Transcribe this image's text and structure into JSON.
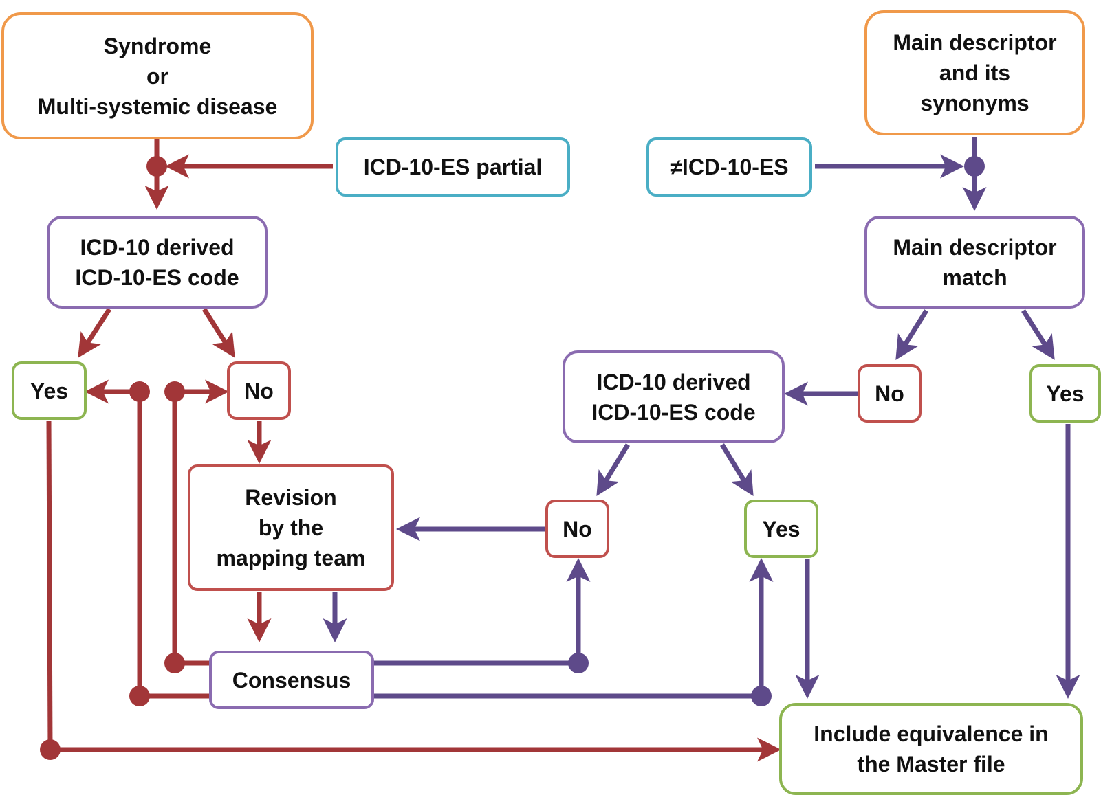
{
  "colors": {
    "red_path": "#a23638",
    "purple_path": "#5e4a8a",
    "orange_border": "#f0994a",
    "blue_border": "#4aaec5",
    "purple_border": "#8a6bb0",
    "red_border": "#c0504d",
    "green_border": "#8db551"
  },
  "nodes": {
    "syndrome": "Syndrome\nor\nMulti-systemic disease",
    "main_descriptor": "Main descriptor\nand its\nsynonyms",
    "icd_partial": "ICD-10-ES partial",
    "not_icd": "≠ICD-10-ES",
    "derived_left": "ICD-10 derived\nICD-10-ES code",
    "descriptor_match": "Main descriptor\nmatch",
    "yes_left": "Yes",
    "no_left": "No",
    "derived_mid": "ICD-10 derived\nICD-10-ES code",
    "no_right": "No",
    "yes_right": "Yes",
    "revision": "Revision\nby the\nmapping team",
    "no_mid": "No",
    "yes_mid": "Yes",
    "consensus": "Consensus",
    "include": "Include equivalence in\nthe Master file"
  }
}
